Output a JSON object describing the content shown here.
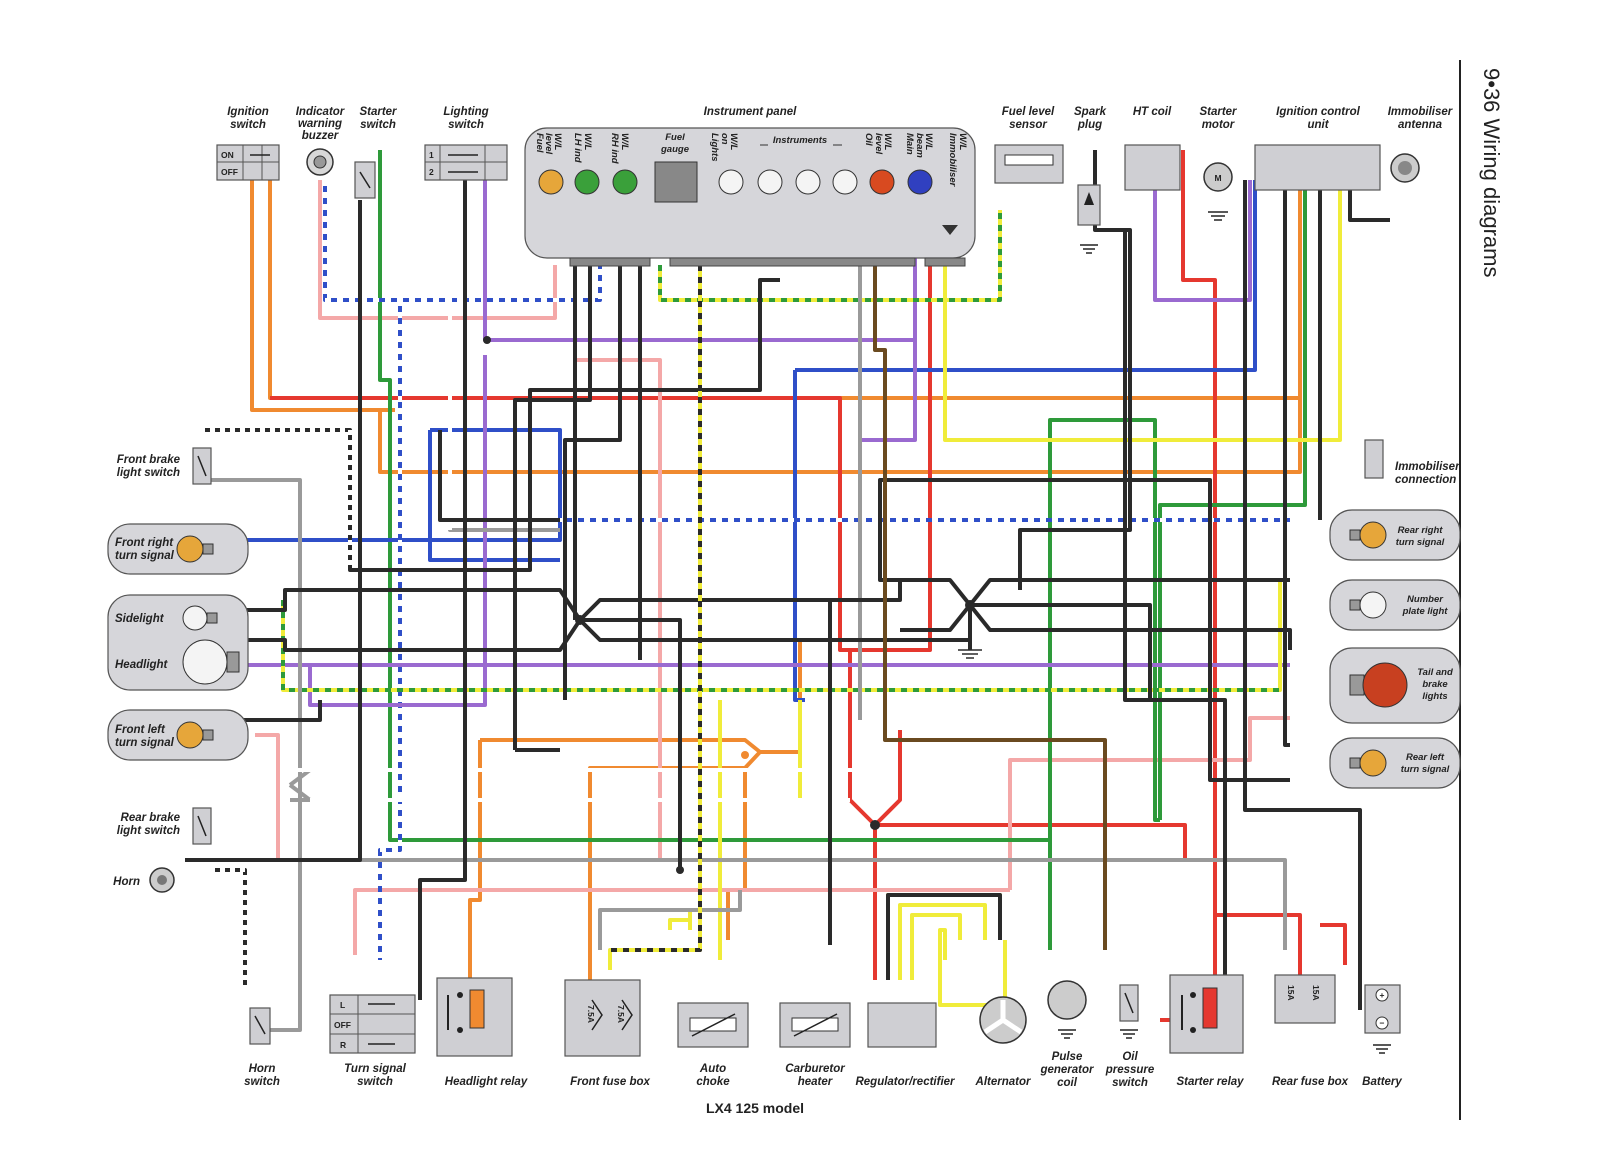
{
  "page_header": "9•36  Wiring diagrams",
  "model_title": "LX4  125 model",
  "colors": {
    "black": "#2a2a2a",
    "red": "#e5382f",
    "orange": "#f08a30",
    "green": "#2e9a3a",
    "blue": "#2f4fc8",
    "purple": "#9a6ad0",
    "pink": "#f4a8a8",
    "yellow": "#f0ec3a",
    "grey": "#9a9a9a",
    "white": "#ffffff",
    "brown": "#6a4a20",
    "panel": "#d6d6da",
    "lamp_amber": "#e6a63a",
    "lamp_green": "#3aa03a",
    "lamp_red": "#d84a20",
    "lamp_blue": "#3040c0"
  },
  "top_components": {
    "ignition_switch": {
      "name": "Ignition switch",
      "positions": [
        "ON",
        "OFF"
      ]
    },
    "indicator_buzzer": {
      "name": "Indicator warning buzzer"
    },
    "starter_switch": {
      "name": "Starter switch"
    },
    "lighting_switch": {
      "name": "Lighting switch",
      "positions": [
        "1",
        "2"
      ]
    },
    "instrument_panel": {
      "name": "Instrument panel",
      "group_label": "Instruments",
      "columns": [
        "Fuel level W/L",
        "LH ind W/L",
        "RH ind W/L",
        "Fuel gauge",
        "Lights on W/L",
        "Oil level W/L",
        "Main beam W/L",
        "Immobiliser W/L"
      ]
    },
    "fuel_level_sensor": {
      "name": "Fuel level sensor"
    },
    "spark_plug": {
      "name": "Spark plug"
    },
    "ht_coil": {
      "name": "HT coil"
    },
    "starter_motor": {
      "name": "Starter motor",
      "symbol": "M"
    },
    "ignition_control_unit": {
      "name": "Ignition control unit"
    },
    "immobiliser_antenna": {
      "name": "Immobiliser antenna"
    }
  },
  "left_components": {
    "front_brake_light_switch": "Front brake light switch",
    "front_right_turn_signal": "Front right turn signal",
    "sidelight": "Sidelight",
    "headlight": "Headlight",
    "front_left_turn_signal": "Front left turn signal",
    "rear_brake_light_switch": "Rear brake light switch",
    "horn": "Horn"
  },
  "right_components": {
    "immobiliser_connection": "Immobiliser connection",
    "rear_right_turn_signal": "Rear right turn signal",
    "number_plate_light": "Number plate light",
    "tail_and_brake_lights": "Tail and brake lights",
    "rear_left_turn_signal": "Rear left turn signal"
  },
  "bottom_components": {
    "horn_switch": "Horn switch",
    "turn_signal_switch": {
      "name": "Turn signal switch",
      "positions": [
        "L",
        "OFF",
        "R"
      ]
    },
    "headlight_relay": "Headlight relay",
    "front_fuse_box": {
      "name": "Front fuse box",
      "fuses": [
        "7.5A",
        "7.5A"
      ]
    },
    "auto_choke": "Auto choke",
    "carburetor_heater": "Carburetor heater",
    "regulator_rectifier": "Regulator/rectifier",
    "alternator": "Alternator",
    "pulse_generator_coil": "Pulse generator coil",
    "oil_pressure_switch": "Oil pressure switch",
    "starter_relay": "Starter relay",
    "rear_fuse_box": {
      "name": "Rear fuse box",
      "fuses": [
        "15A",
        "15A"
      ]
    },
    "battery": {
      "name": "Battery",
      "terminals": [
        "+",
        "−"
      ]
    }
  }
}
